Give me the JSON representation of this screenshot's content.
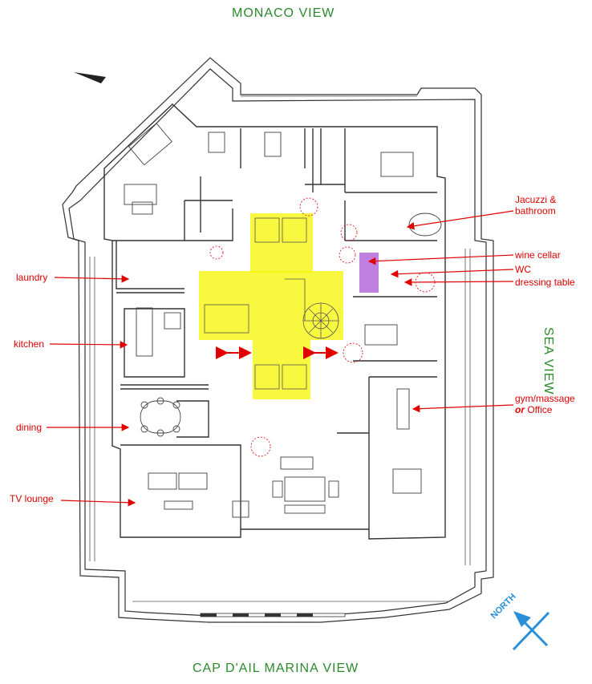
{
  "views": {
    "top": "MONACO VIEW",
    "right": "SEA VIEW",
    "bottom": "CAP D'AIL MARINA VIEW"
  },
  "compass": {
    "label": "NORTH"
  },
  "annotations": {
    "laundry": "laundry",
    "kitchen": "kitchen",
    "dining": "dining",
    "tv_lounge": "TV lounge",
    "jacuzzi_line1": "Jacuzzi  &",
    "jacuzzi_line2": "bathroom",
    "wine_cellar": "wine cellar",
    "wc": "WC",
    "dressing_table": "dressing table",
    "gym_line1": "gym/massage",
    "gym_or": "or",
    "gym_office": "Office"
  },
  "colors": {
    "view_text": "#2a8a2a",
    "annotation": "#e00000",
    "highlight_core": "#f5f500",
    "highlight_cellar": "#c080e0",
    "compass": "#2a8fd8",
    "walls": "#333333"
  }
}
